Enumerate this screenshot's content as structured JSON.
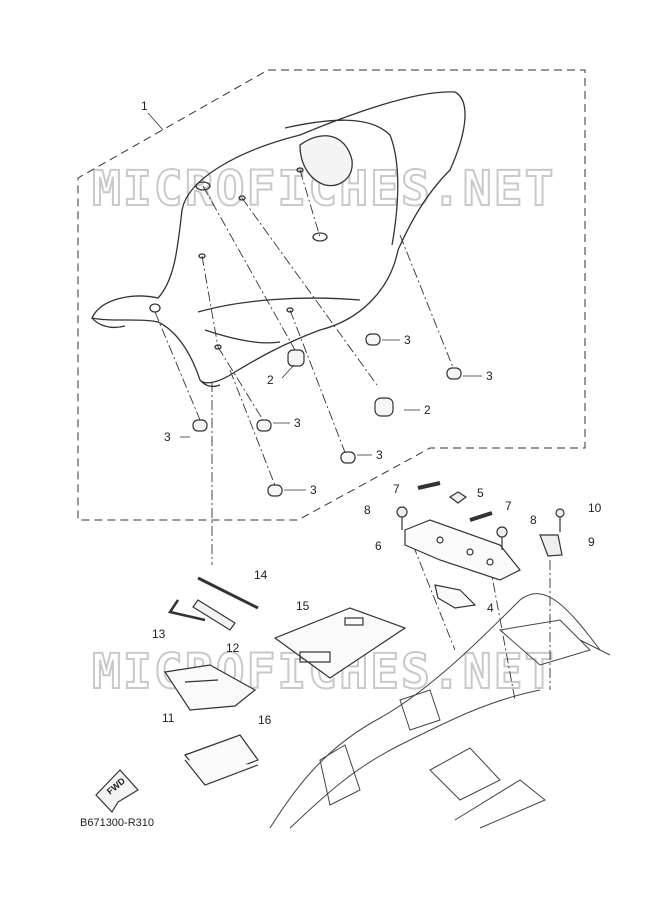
{
  "watermark": "MICROFICHES.NET",
  "diagram_code": "B671300-R310",
  "fwd_label": "FWD",
  "parts": {
    "p1": "1",
    "p2a": "2",
    "p2b": "2",
    "p3a": "3",
    "p3b": "3",
    "p3c": "3",
    "p3d": "3",
    "p3e": "3",
    "p3f": "3",
    "p4": "4",
    "p5": "5",
    "p6": "6",
    "p7a": "7",
    "p7b": "7",
    "p8a": "8",
    "p8b": "8",
    "p9": "9",
    "p10": "10",
    "p11": "11",
    "p12": "12",
    "p13": "13",
    "p14": "14",
    "p15": "15",
    "p16": "16"
  }
}
